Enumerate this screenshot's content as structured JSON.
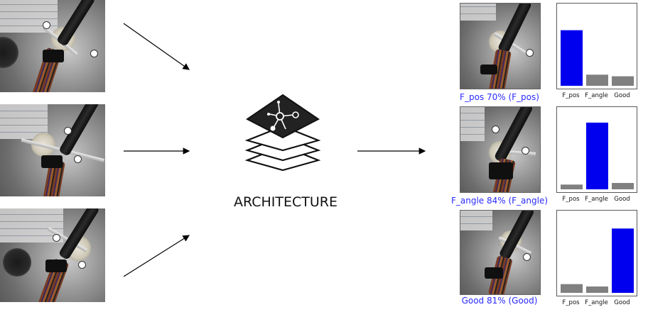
{
  "architecture_label": "ARCHITECTURE",
  "icon": "layers-network-icon",
  "inputs": [
    {
      "name": "input-photo-1"
    },
    {
      "name": "input-photo-2"
    },
    {
      "name": "input-photo-3"
    }
  ],
  "outputs": [
    {
      "caption": "F_pos 70% (F_pos)"
    },
    {
      "caption": "F_angle 84% (F_angle)"
    },
    {
      "caption": "Good 81% (Good)"
    }
  ],
  "colors": {
    "predicted": "#0000ee",
    "other": "#808080",
    "caption": "#2a2aff"
  },
  "chart_data": [
    {
      "type": "bar",
      "categories": [
        "F_pos",
        "F_angle",
        "Good"
      ],
      "values": [
        0.7,
        0.14,
        0.12
      ],
      "ylim": [
        0,
        1
      ]
    },
    {
      "type": "bar",
      "categories": [
        "F_pos",
        "F_angle",
        "Good"
      ],
      "values": [
        0.06,
        0.84,
        0.08
      ],
      "ylim": [
        0,
        1
      ]
    },
    {
      "type": "bar",
      "categories": [
        "F_pos",
        "F_angle",
        "Good"
      ],
      "values": [
        0.11,
        0.08,
        0.81
      ],
      "ylim": [
        0,
        1
      ]
    }
  ]
}
